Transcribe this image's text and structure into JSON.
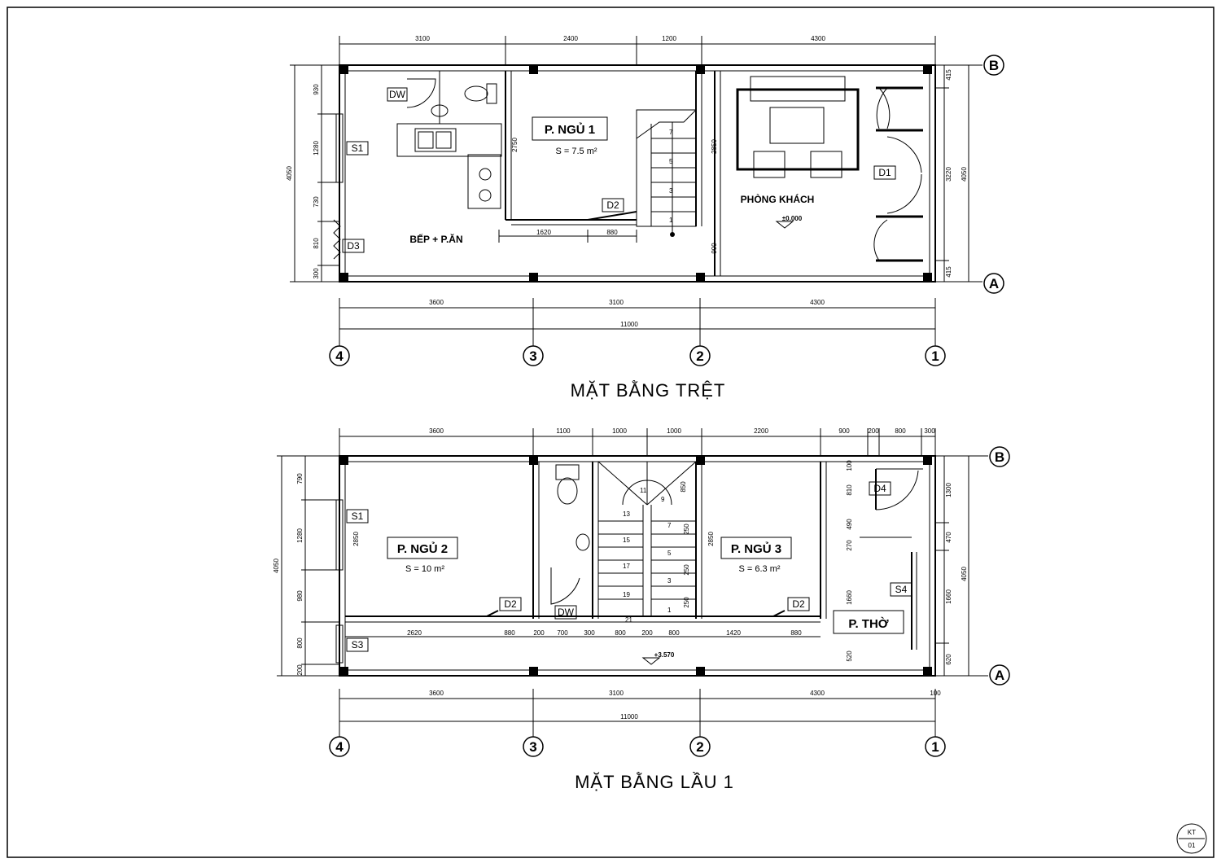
{
  "sheet": {
    "code": "KT",
    "number": "01"
  },
  "ground": {
    "title": "MẶT BẰNG TRỆT",
    "rooms": {
      "bed1": "P. NGỦ 1",
      "bed1_area": "S = 7.5 m²",
      "living": "PHÒNG KHÁCH",
      "kitchen": "BẾP + P.ĂN",
      "level": "±0.000"
    },
    "tags": {
      "dw": "DW",
      "s1": "S1",
      "d1": "D1",
      "d2": "D2",
      "d3": "D3"
    },
    "dims_top": [
      "3100",
      "2400",
      "1200",
      "4300"
    ],
    "dims_bottom": [
      "3600",
      "3100",
      "4300"
    ],
    "total": "11000",
    "dims_left": [
      "930",
      "1280",
      "730",
      "810",
      "300"
    ],
    "left_total": "4050",
    "dims_right": [
      "415",
      "3220",
      "415"
    ],
    "right_total": "4050",
    "inner": [
      "2750",
      "2850",
      "900",
      "1620",
      "880"
    ],
    "stairs": [
      "7",
      "5",
      "3",
      "1"
    ]
  },
  "first": {
    "title": "MẶT BẰNG LẦU 1",
    "rooms": {
      "bed2": "P. NGỦ 2",
      "bed2_area": "S = 10 m²",
      "bed3": "P. NGỦ 3",
      "bed3_area": "S = 6.3 m²",
      "worship": "P. THỜ",
      "level": "+3.570"
    },
    "tags": {
      "s1": "S1",
      "s3": "S3",
      "s4": "S4",
      "d2a": "D2",
      "d2b": "D2",
      "d4": "D4",
      "dw": "DW"
    },
    "dims_top": [
      "3600",
      "1100",
      "1000",
      "1000",
      "2200",
      "900",
      "200",
      "800",
      "300"
    ],
    "dims_bottom": [
      "3600",
      "3100",
      "4300",
      "100"
    ],
    "total": "11000",
    "dims_left": [
      "790",
      "1280",
      "980",
      "800",
      "200"
    ],
    "left_total": "4050",
    "dims_right": [
      "1300",
      "470",
      "1660",
      "620"
    ],
    "right_total": "4050",
    "inner_row": [
      "2620",
      "880",
      "200",
      "700",
      "300",
      "800",
      "200",
      "800",
      "1420",
      "880"
    ],
    "inner": [
      "2850",
      "2850",
      "100",
      "810",
      "490",
      "270",
      "1660",
      "520",
      "850"
    ],
    "stair_left": [
      "11",
      "13",
      "15",
      "17",
      "19",
      "21"
    ],
    "stair_right": [
      "9",
      "7",
      "5",
      "3",
      "1"
    ],
    "tread": "250"
  },
  "axes": [
    "4",
    "3",
    "2",
    "1"
  ],
  "rows": [
    "B",
    "A"
  ]
}
